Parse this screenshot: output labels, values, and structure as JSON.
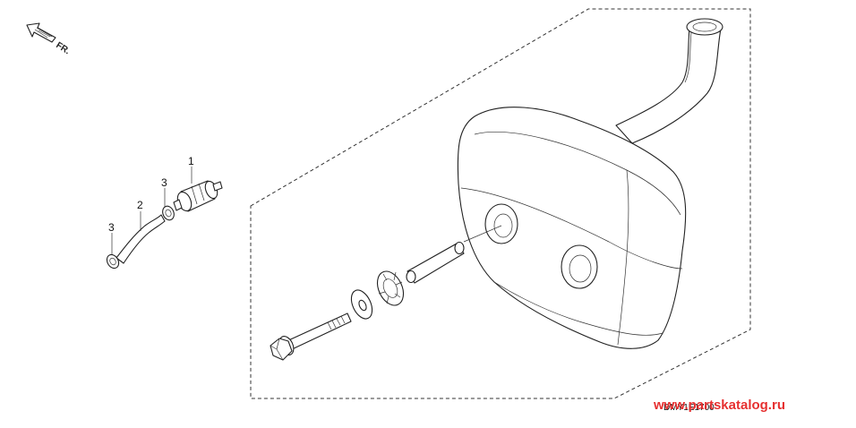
{
  "direction_indicator": {
    "label": "FR.",
    "icon": "arrow-icon"
  },
  "callouts": [
    {
      "id": "callout-1",
      "text": "1",
      "part": "fuel-pump"
    },
    {
      "id": "callout-2",
      "text": "2",
      "part": "fuel-hose"
    },
    {
      "id": "callout-3a",
      "text": "3",
      "part": "hose-clamp-upper"
    },
    {
      "id": "callout-3b",
      "text": "3",
      "part": "hose-clamp-lower"
    }
  ],
  "diagram_code": "DMY1E1700",
  "watermark": "www.partskatalog.ru",
  "colors": {
    "line": "#222222",
    "watermark": "#e63030",
    "background": "#ffffff"
  }
}
